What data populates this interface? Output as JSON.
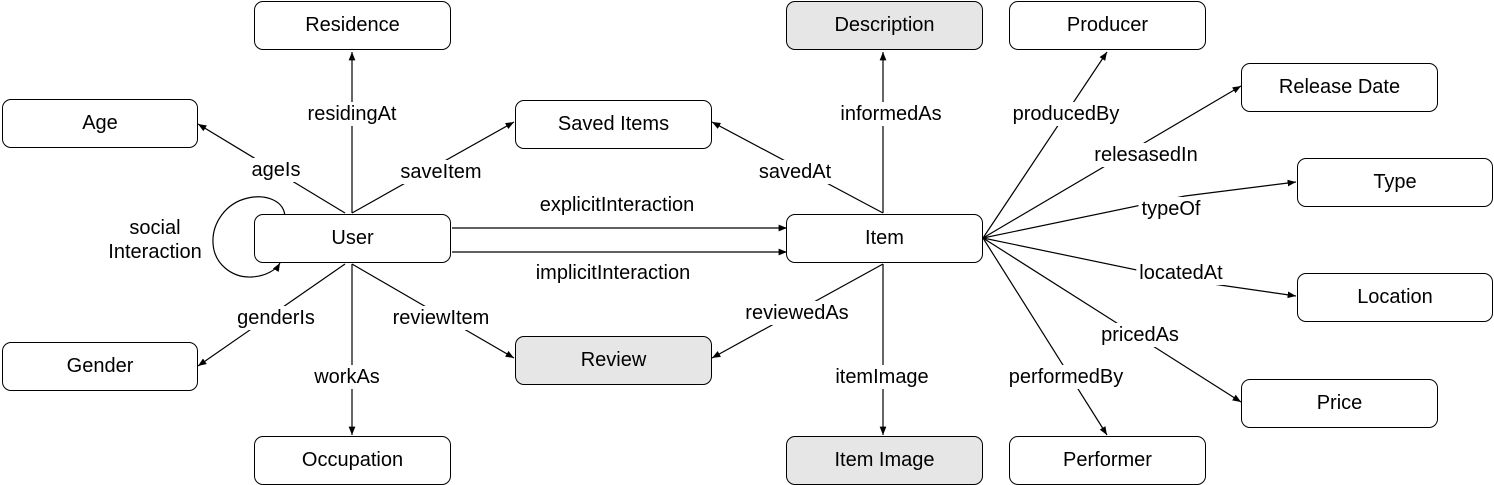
{
  "nodes": {
    "residence": "Residence",
    "age": "Age",
    "user": "User",
    "gender": "Gender",
    "occupation": "Occupation",
    "saved_items": "Saved Items",
    "review": "Review",
    "description": "Description",
    "item": "Item",
    "item_image": "Item Image",
    "producer": "Producer",
    "release_date": "Release Date",
    "type": "Type",
    "location": "Location",
    "price": "Price",
    "performer": "Performer"
  },
  "edges": {
    "residing_at": "residingAt",
    "age_is": "ageIs",
    "save_item": "saveItem",
    "social_interaction": "social\nInteraction",
    "gender_is": "genderIs",
    "review_item": "reviewItem",
    "work_as": "workAs",
    "explicit_interaction": "explicitInteraction",
    "implicit_interaction": "implicitInteraction",
    "saved_at": "savedAt",
    "reviewed_as": "reviewedAs",
    "informed_as": "informedAs",
    "item_image": "itemImage",
    "produced_by": "producedBy",
    "released_in": "relesasedIn",
    "type_of": "typeOf",
    "located_at": "locatedAt",
    "priced_as": "pricedAs",
    "performed_by": "performedBy"
  },
  "colors": {
    "shaded_node": "#e6e6e6",
    "plain_node": "#ffffff",
    "line": "#000000"
  }
}
